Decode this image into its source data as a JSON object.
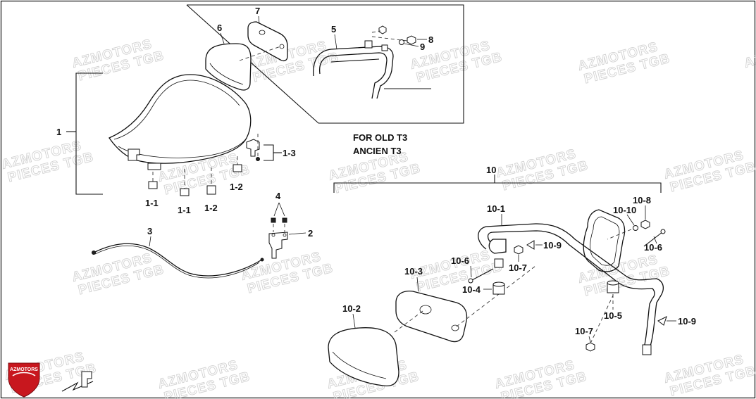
{
  "watermark": {
    "line1": "AZMOTORS",
    "line2": "PIECES TGB"
  },
  "logo": {
    "brand": "AZMOTORS",
    "color": "#c8171e"
  },
  "variant_caption": {
    "line1": "FOR OLD T3",
    "line2": "ANCIEN T3"
  },
  "parts": {
    "p1": "1",
    "p1_1a": "1-1",
    "p1_1b": "1-1",
    "p1_2a": "1-2",
    "p1_2b": "1-2",
    "p1_3": "1-3",
    "p2": "2",
    "p3": "3",
    "p4": "4",
    "p5": "5",
    "p6": "6",
    "p7": "7",
    "p8": "8",
    "p9": "9",
    "p10": "10",
    "p10_1": "10-1",
    "p10_2": "10-2",
    "p10_3": "10-3",
    "p10_4": "10-4",
    "p10_5": "10-5",
    "p10_6a": "10-6",
    "p10_6b": "10-6",
    "p10_7a": "10-7",
    "p10_7b": "10-7",
    "p10_8": "10-8",
    "p10_9a": "10-9",
    "p10_9b": "10-9",
    "p10_10": "10-10"
  }
}
